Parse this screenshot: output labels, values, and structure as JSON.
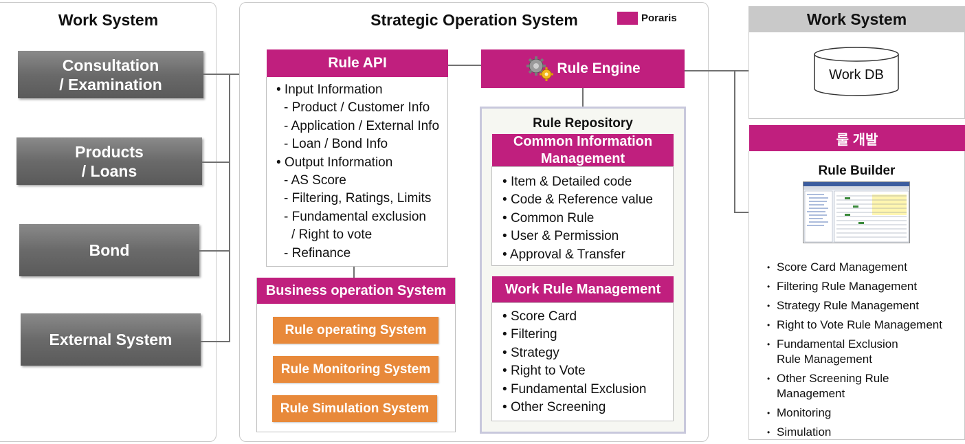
{
  "left_panel": {
    "title": "Work System",
    "buttons": [
      "Consultation / Examination",
      "Products / Loans",
      "Bond",
      "External System"
    ]
  },
  "center_panel": {
    "title": "Strategic Operation System",
    "legend": {
      "label": "Poraris",
      "color": "#c01f7e"
    },
    "rule_api": {
      "title": "Rule API",
      "items": [
        "• Input Information",
        " - Product / Customer Info",
        " - Application / External Info",
        " - Loan / Bond Info",
        "•  Output Information",
        " - AS Score",
        " - Filtering, Ratings, Limits",
        " - Fundamental exclusion",
        "   / Right to vote",
        " - Refinance"
      ]
    },
    "business_operation": {
      "title": "Business operation System",
      "buttons": [
        "Rule operating System",
        "Rule Monitoring System",
        "Rule Simulation System"
      ]
    },
    "rule_engine": {
      "title": "Rule Engine",
      "icon": "gears-icon"
    },
    "rule_repository": {
      "title": "Rule Repository",
      "common_info": {
        "title": "Common Information Management",
        "items": [
          "Item & Detailed code",
          "Code & Reference value",
          "Common Rule",
          "User & Permission",
          "Approval & Transfer"
        ]
      },
      "work_rule": {
        "title": "Work Rule Management",
        "items": [
          "Score Card",
          "Filtering",
          "Strategy",
          "Right to Vote",
          "Fundamental Exclusion",
          "Other Screening"
        ]
      }
    }
  },
  "right_panel": {
    "title": "Work System",
    "db_label": "Work DB",
    "dev_title": "룰 개발",
    "builder_title": "Rule Builder",
    "items": [
      "Score Card Management",
      "Filtering Rule Management",
      "Strategy Rule Management",
      "Right to Vote Rule Management",
      "Fundamental Exclusion Rule Management",
      "Other Screening Rule Management",
      "Monitoring",
      "Simulation"
    ]
  },
  "colors": {
    "magenta": "#c01f7e",
    "orange": "#e8893a",
    "gray": "#6a6a6a"
  }
}
